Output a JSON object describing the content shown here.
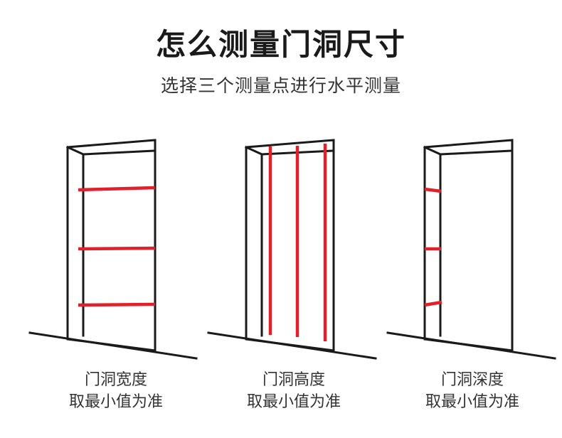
{
  "header": {
    "title": "怎么测量门洞尺寸",
    "subtitle": "选择三个测量点进行水平测量"
  },
  "colors": {
    "measure_line": "#e0202a",
    "outline": "#1a1a1a"
  },
  "panels": [
    {
      "name": "width",
      "label_line1": "门洞宽度",
      "label_line2": "取最小值为准"
    },
    {
      "name": "height",
      "label_line1": "门洞高度",
      "label_line2": "取最小值为准"
    },
    {
      "name": "depth",
      "label_line1": "门洞深度",
      "label_line2": "取最小值为准"
    }
  ]
}
